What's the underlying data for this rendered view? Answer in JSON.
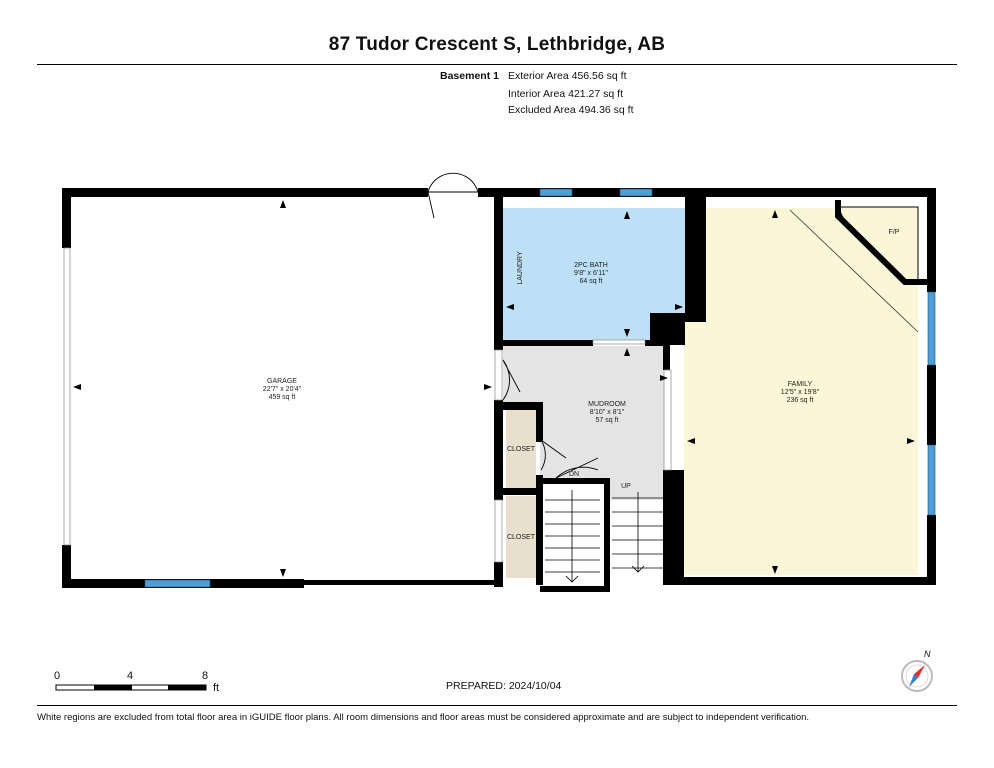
{
  "header": {
    "title": "87 Tudor Crescent S, Lethbridge, AB"
  },
  "areas": {
    "level": "Basement 1",
    "exterior": "Exterior Area 456.56 sq ft",
    "interior": "Interior Area 421.27 sq ft",
    "excluded": "Excluded Area 494.36 sq ft"
  },
  "rooms": {
    "garage": {
      "name": "GARAGE",
      "dims": "22'7\" x 20'4\"",
      "area": "459 sq ft"
    },
    "bath": {
      "name": "2PC BATH",
      "dims": "9'8\" x 6'11\"",
      "area": "64 sq ft"
    },
    "laundry": {
      "name": "LAUNDRY"
    },
    "mudroom": {
      "name": "MUDROOM",
      "dims": "8'10\" x 8'1\"",
      "area": "57 sq ft"
    },
    "family": {
      "name": "FAMILY",
      "dims": "12'5\" x 19'8\"",
      "area": "236 sq ft"
    },
    "closet_upper": {
      "name": "CLOSET"
    },
    "closet_lower": {
      "name": "CLOSET"
    },
    "fp": {
      "name": "F/P"
    },
    "stair_dn": {
      "name": "DN"
    },
    "stair_up": {
      "name": "UP"
    }
  },
  "colors": {
    "wall": "#000000",
    "bath_fill": "#bde0f7",
    "mudroom_fill": "#e4e4e4",
    "family_fill": "#fcf6d8",
    "closet_fill": "#e8e0cc",
    "window": "#4f9fd6"
  },
  "scale": {
    "ticks": [
      "0",
      "4",
      "8"
    ],
    "unit": "ft"
  },
  "prepared": "PREPARED:  2024/10/04",
  "compass": {
    "north": "N"
  },
  "footer": {
    "note": "White regions are excluded from total floor area in iGUIDE floor plans. All room dimensions and floor areas must be considered approximate and are subject to independent verification."
  }
}
